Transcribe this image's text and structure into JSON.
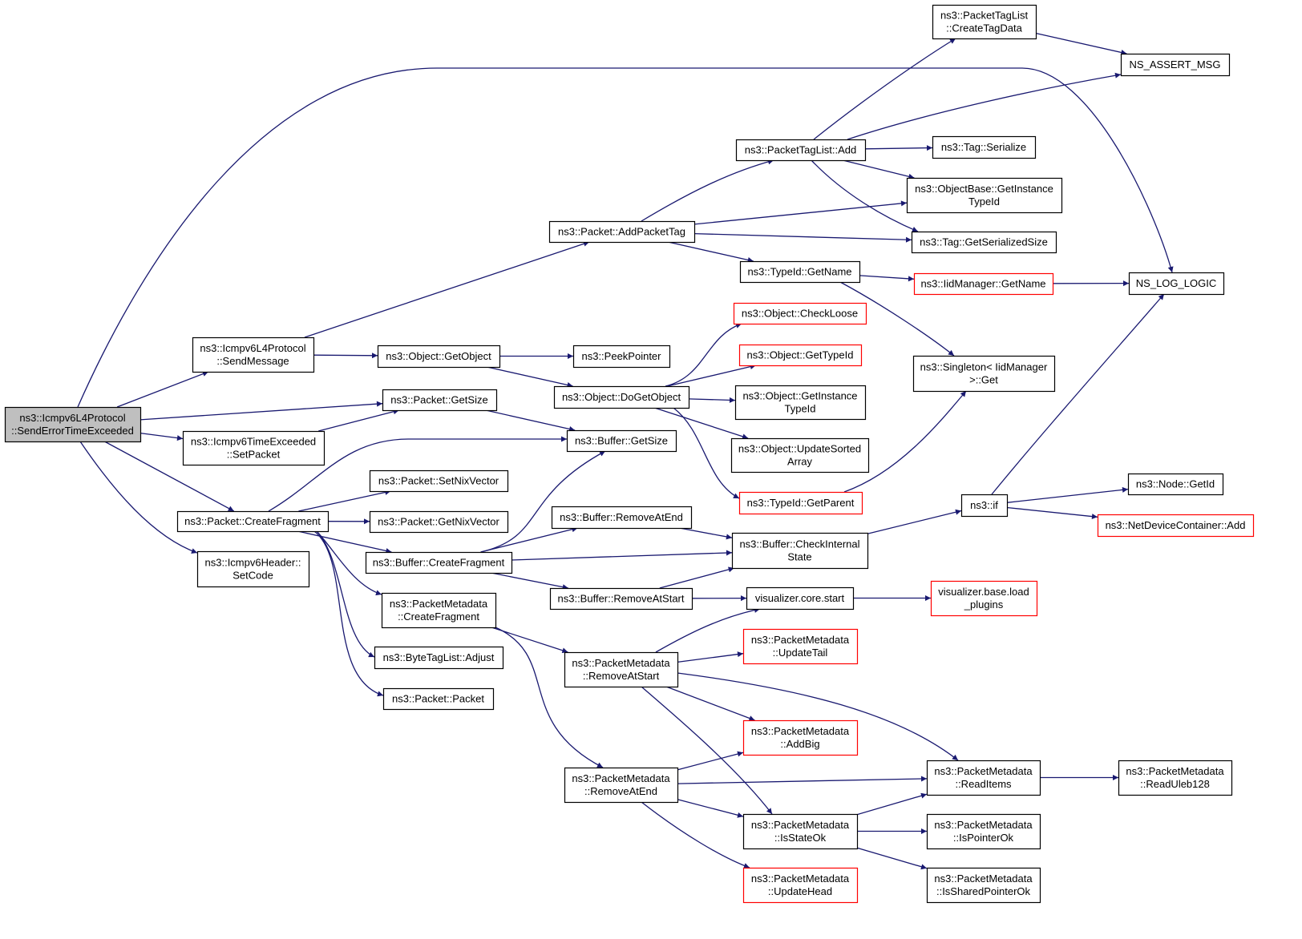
{
  "graph": {
    "colors": {
      "edge": "#191970",
      "node_border": "#000000",
      "node_border_truncated": "#ff0000",
      "root_fill": "#bfbfbf",
      "node_fill": "#ffffff"
    },
    "nodes": [
      {
        "id": "root",
        "lines": [
          "ns3::Icmpv6L4Protocol",
          "::SendErrorTimeExceeded"
        ],
        "style": "root"
      },
      {
        "id": "sendMessage",
        "lines": [
          "ns3::Icmpv6L4Protocol",
          "::SendMessage"
        ],
        "style": "normal"
      },
      {
        "id": "addPacketTag",
        "lines": [
          "ns3::Packet::AddPacketTag"
        ],
        "style": "normal"
      },
      {
        "id": "ptlCreateTagData",
        "lines": [
          "ns3::PacketTagList",
          "::CreateTagData"
        ],
        "style": "normal"
      },
      {
        "id": "nsAssertMsg",
        "lines": [
          "NS_ASSERT_MSG"
        ],
        "style": "normal"
      },
      {
        "id": "ptlAdd",
        "lines": [
          "ns3::PacketTagList::Add"
        ],
        "style": "normal"
      },
      {
        "id": "tagSerialize",
        "lines": [
          "ns3::Tag::Serialize"
        ],
        "style": "normal"
      },
      {
        "id": "objBaseGetInstanceTypeId",
        "lines": [
          "ns3::ObjectBase::GetInstance",
          "TypeId"
        ],
        "style": "normal"
      },
      {
        "id": "tagGetSerializedSize",
        "lines": [
          "ns3::Tag::GetSerializedSize"
        ],
        "style": "normal"
      },
      {
        "id": "typeIdGetName",
        "lines": [
          "ns3::TypeId::GetName"
        ],
        "style": "normal"
      },
      {
        "id": "iidManagerGetName",
        "lines": [
          "ns3::IidManager::GetName"
        ],
        "style": "truncated"
      },
      {
        "id": "nsLogLogic",
        "lines": [
          "NS_LOG_LOGIC"
        ],
        "style": "normal"
      },
      {
        "id": "objectGetObject",
        "lines": [
          "ns3::Object::GetObject"
        ],
        "style": "normal"
      },
      {
        "id": "peekPointer",
        "lines": [
          "ns3::PeekPointer"
        ],
        "style": "normal"
      },
      {
        "id": "objectCheckLoose",
        "lines": [
          "ns3::Object::CheckLoose"
        ],
        "style": "truncated"
      },
      {
        "id": "objectGetTypeId",
        "lines": [
          "ns3::Object::GetTypeId"
        ],
        "style": "truncated"
      },
      {
        "id": "singletonGet",
        "lines": [
          "ns3::Singleton< IidManager",
          " >::Get"
        ],
        "style": "normal"
      },
      {
        "id": "packetGetSize",
        "lines": [
          "ns3::Packet::GetSize"
        ],
        "style": "normal"
      },
      {
        "id": "objectDoGetObject",
        "lines": [
          "ns3::Object::DoGetObject"
        ],
        "style": "normal"
      },
      {
        "id": "objectGetInstanceTypeId",
        "lines": [
          "ns3::Object::GetInstance",
          "TypeId"
        ],
        "style": "normal"
      },
      {
        "id": "timeExceededSetPacket",
        "lines": [
          "ns3::Icmpv6TimeExceeded",
          "::SetPacket"
        ],
        "style": "normal"
      },
      {
        "id": "bufferGetSize",
        "lines": [
          "ns3::Buffer::GetSize"
        ],
        "style": "normal"
      },
      {
        "id": "objectUpdateSortedArray",
        "lines": [
          "ns3::Object::UpdateSorted",
          "Array"
        ],
        "style": "normal"
      },
      {
        "id": "packetSetNixVector",
        "lines": [
          "ns3::Packet::SetNixVector"
        ],
        "style": "normal"
      },
      {
        "id": "typeIdGetParent",
        "lines": [
          "ns3::TypeId::GetParent"
        ],
        "style": "truncated"
      },
      {
        "id": "nodeGetId",
        "lines": [
          "ns3::Node::GetId"
        ],
        "style": "normal"
      },
      {
        "id": "nsIf",
        "lines": [
          "ns3::if"
        ],
        "style": "normal"
      },
      {
        "id": "bufferRemoveAtEnd",
        "lines": [
          "ns3::Buffer::RemoveAtEnd"
        ],
        "style": "normal"
      },
      {
        "id": "packetCreateFragment",
        "lines": [
          "ns3::Packet::CreateFragment"
        ],
        "style": "normal"
      },
      {
        "id": "packetGetNixVector",
        "lines": [
          "ns3::Packet::GetNixVector"
        ],
        "style": "normal"
      },
      {
        "id": "netDeviceContainerAdd",
        "lines": [
          "ns3::NetDeviceContainer::Add"
        ],
        "style": "truncated"
      },
      {
        "id": "bufferCheckInternalState",
        "lines": [
          "ns3::Buffer::CheckInternal",
          "State"
        ],
        "style": "normal"
      },
      {
        "id": "bufferCreateFragment",
        "lines": [
          "ns3::Buffer::CreateFragment"
        ],
        "style": "normal"
      },
      {
        "id": "icmpv6HeaderSetCode",
        "lines": [
          "ns3::Icmpv6Header::",
          "SetCode"
        ],
        "style": "normal"
      },
      {
        "id": "bufferRemoveAtStart",
        "lines": [
          "ns3::Buffer::RemoveAtStart"
        ],
        "style": "normal"
      },
      {
        "id": "visualizerCoreStart",
        "lines": [
          "visualizer.core.start"
        ],
        "style": "normal"
      },
      {
        "id": "visualizerBaseLoadPlugins",
        "lines": [
          "visualizer.base.load",
          "_plugins"
        ],
        "style": "truncated"
      },
      {
        "id": "pmCreateFragment",
        "lines": [
          "ns3::PacketMetadata",
          "::CreateFragment"
        ],
        "style": "normal"
      },
      {
        "id": "pmUpdateTail",
        "lines": [
          "ns3::PacketMetadata",
          "::UpdateTail"
        ],
        "style": "truncated"
      },
      {
        "id": "byteTagListAdjust",
        "lines": [
          "ns3::ByteTagList::Adjust"
        ],
        "style": "normal"
      },
      {
        "id": "pmRemoveAtStart",
        "lines": [
          "ns3::PacketMetadata",
          "::RemoveAtStart"
        ],
        "style": "normal"
      },
      {
        "id": "packetPacket",
        "lines": [
          "ns3::Packet::Packet"
        ],
        "style": "normal"
      },
      {
        "id": "pmAddBig",
        "lines": [
          "ns3::PacketMetadata",
          "::AddBig"
        ],
        "style": "truncated"
      },
      {
        "id": "pmRemoveAtEnd",
        "lines": [
          "ns3::PacketMetadata",
          "::RemoveAtEnd"
        ],
        "style": "normal"
      },
      {
        "id": "pmReadItems",
        "lines": [
          "ns3::PacketMetadata",
          "::ReadItems"
        ],
        "style": "normal"
      },
      {
        "id": "pmReadUleb128",
        "lines": [
          "ns3::PacketMetadata",
          "::ReadUleb128"
        ],
        "style": "normal"
      },
      {
        "id": "pmIsStateOk",
        "lines": [
          "ns3::PacketMetadata",
          "::IsStateOk"
        ],
        "style": "normal"
      },
      {
        "id": "pmIsPointerOk",
        "lines": [
          "ns3::PacketMetadata",
          "::IsPointerOk"
        ],
        "style": "normal"
      },
      {
        "id": "pmUpdateHead",
        "lines": [
          "ns3::PacketMetadata",
          "::UpdateHead"
        ],
        "style": "truncated"
      },
      {
        "id": "pmIsSharedPointerOk",
        "lines": [
          "ns3::PacketMetadata",
          "::IsSharedPointerOk"
        ],
        "style": "normal"
      }
    ],
    "edges": [
      {
        "from": "root",
        "to": "nsLogLogic"
      },
      {
        "from": "root",
        "to": "sendMessage"
      },
      {
        "from": "root",
        "to": "packetGetSize"
      },
      {
        "from": "root",
        "to": "timeExceededSetPacket"
      },
      {
        "from": "root",
        "to": "packetCreateFragment"
      },
      {
        "from": "root",
        "to": "icmpv6HeaderSetCode"
      },
      {
        "from": "sendMessage",
        "to": "addPacketTag"
      },
      {
        "from": "sendMessage",
        "to": "objectGetObject"
      },
      {
        "from": "addPacketTag",
        "to": "ptlAdd"
      },
      {
        "from": "addPacketTag",
        "to": "objBaseGetInstanceTypeId"
      },
      {
        "from": "addPacketTag",
        "to": "tagGetSerializedSize"
      },
      {
        "from": "addPacketTag",
        "to": "typeIdGetName"
      },
      {
        "from": "ptlAdd",
        "to": "ptlCreateTagData"
      },
      {
        "from": "ptlAdd",
        "to": "nsAssertMsg"
      },
      {
        "from": "ptlAdd",
        "to": "tagSerialize"
      },
      {
        "from": "ptlAdd",
        "to": "objBaseGetInstanceTypeId"
      },
      {
        "from": "ptlAdd",
        "to": "tagGetSerializedSize"
      },
      {
        "from": "ptlCreateTagData",
        "to": "nsAssertMsg"
      },
      {
        "from": "typeIdGetName",
        "to": "iidManagerGetName"
      },
      {
        "from": "typeIdGetName",
        "to": "singletonGet"
      },
      {
        "from": "iidManagerGetName",
        "to": "nsLogLogic"
      },
      {
        "from": "objectGetObject",
        "to": "peekPointer"
      },
      {
        "from": "objectGetObject",
        "to": "objectDoGetObject"
      },
      {
        "from": "objectDoGetObject",
        "to": "objectCheckLoose"
      },
      {
        "from": "objectDoGetObject",
        "to": "objectGetTypeId"
      },
      {
        "from": "objectDoGetObject",
        "to": "objectGetInstanceTypeId"
      },
      {
        "from": "objectDoGetObject",
        "to": "objectUpdateSortedArray"
      },
      {
        "from": "objectDoGetObject",
        "to": "typeIdGetParent"
      },
      {
        "from": "typeIdGetParent",
        "to": "singletonGet"
      },
      {
        "from": "packetGetSize",
        "to": "bufferGetSize"
      },
      {
        "from": "timeExceededSetPacket",
        "to": "packetGetSize"
      },
      {
        "from": "packetCreateFragment",
        "to": "bufferGetSize"
      },
      {
        "from": "packetCreateFragment",
        "to": "packetSetNixVector"
      },
      {
        "from": "packetCreateFragment",
        "to": "packetGetNixVector"
      },
      {
        "from": "packetCreateFragment",
        "to": "bufferCreateFragment"
      },
      {
        "from": "packetCreateFragment",
        "to": "pmCreateFragment"
      },
      {
        "from": "packetCreateFragment",
        "to": "byteTagListAdjust"
      },
      {
        "from": "packetCreateFragment",
        "to": "packetPacket"
      },
      {
        "from": "bufferCreateFragment",
        "to": "bufferGetSize"
      },
      {
        "from": "bufferCreateFragment",
        "to": "bufferRemoveAtEnd"
      },
      {
        "from": "bufferCreateFragment",
        "to": "bufferCheckInternalState"
      },
      {
        "from": "bufferCreateFragment",
        "to": "bufferRemoveAtStart"
      },
      {
        "from": "bufferRemoveAtEnd",
        "to": "bufferCheckInternalState"
      },
      {
        "from": "bufferRemoveAtStart",
        "to": "bufferCheckInternalState"
      },
      {
        "from": "bufferRemoveAtStart",
        "to": "visualizerCoreStart"
      },
      {
        "from": "bufferCheckInternalState",
        "to": "nsIf"
      },
      {
        "from": "nsIf",
        "to": "nsLogLogic"
      },
      {
        "from": "nsIf",
        "to": "nodeGetId"
      },
      {
        "from": "nsIf",
        "to": "netDeviceContainerAdd"
      },
      {
        "from": "visualizerCoreStart",
        "to": "visualizerBaseLoadPlugins"
      },
      {
        "from": "pmCreateFragment",
        "to": "pmRemoveAtStart"
      },
      {
        "from": "pmCreateFragment",
        "to": "pmRemoveAtEnd"
      },
      {
        "from": "pmRemoveAtStart",
        "to": "visualizerCoreStart"
      },
      {
        "from": "pmRemoveAtStart",
        "to": "pmUpdateTail"
      },
      {
        "from": "pmRemoveAtStart",
        "to": "pmReadItems"
      },
      {
        "from": "pmRemoveAtStart",
        "to": "pmAddBig"
      },
      {
        "from": "pmRemoveAtStart",
        "to": "pmIsStateOk"
      },
      {
        "from": "pmRemoveAtEnd",
        "to": "pmAddBig"
      },
      {
        "from": "pmRemoveAtEnd",
        "to": "pmReadItems"
      },
      {
        "from": "pmRemoveAtEnd",
        "to": "pmIsStateOk"
      },
      {
        "from": "pmRemoveAtEnd",
        "to": "pmUpdateHead"
      },
      {
        "from": "pmReadItems",
        "to": "pmReadUleb128"
      },
      {
        "from": "pmIsStateOk",
        "to": "pmReadItems"
      },
      {
        "from": "pmIsStateOk",
        "to": "pmIsPointerOk"
      },
      {
        "from": "pmIsStateOk",
        "to": "pmIsSharedPointerOk"
      }
    ]
  }
}
